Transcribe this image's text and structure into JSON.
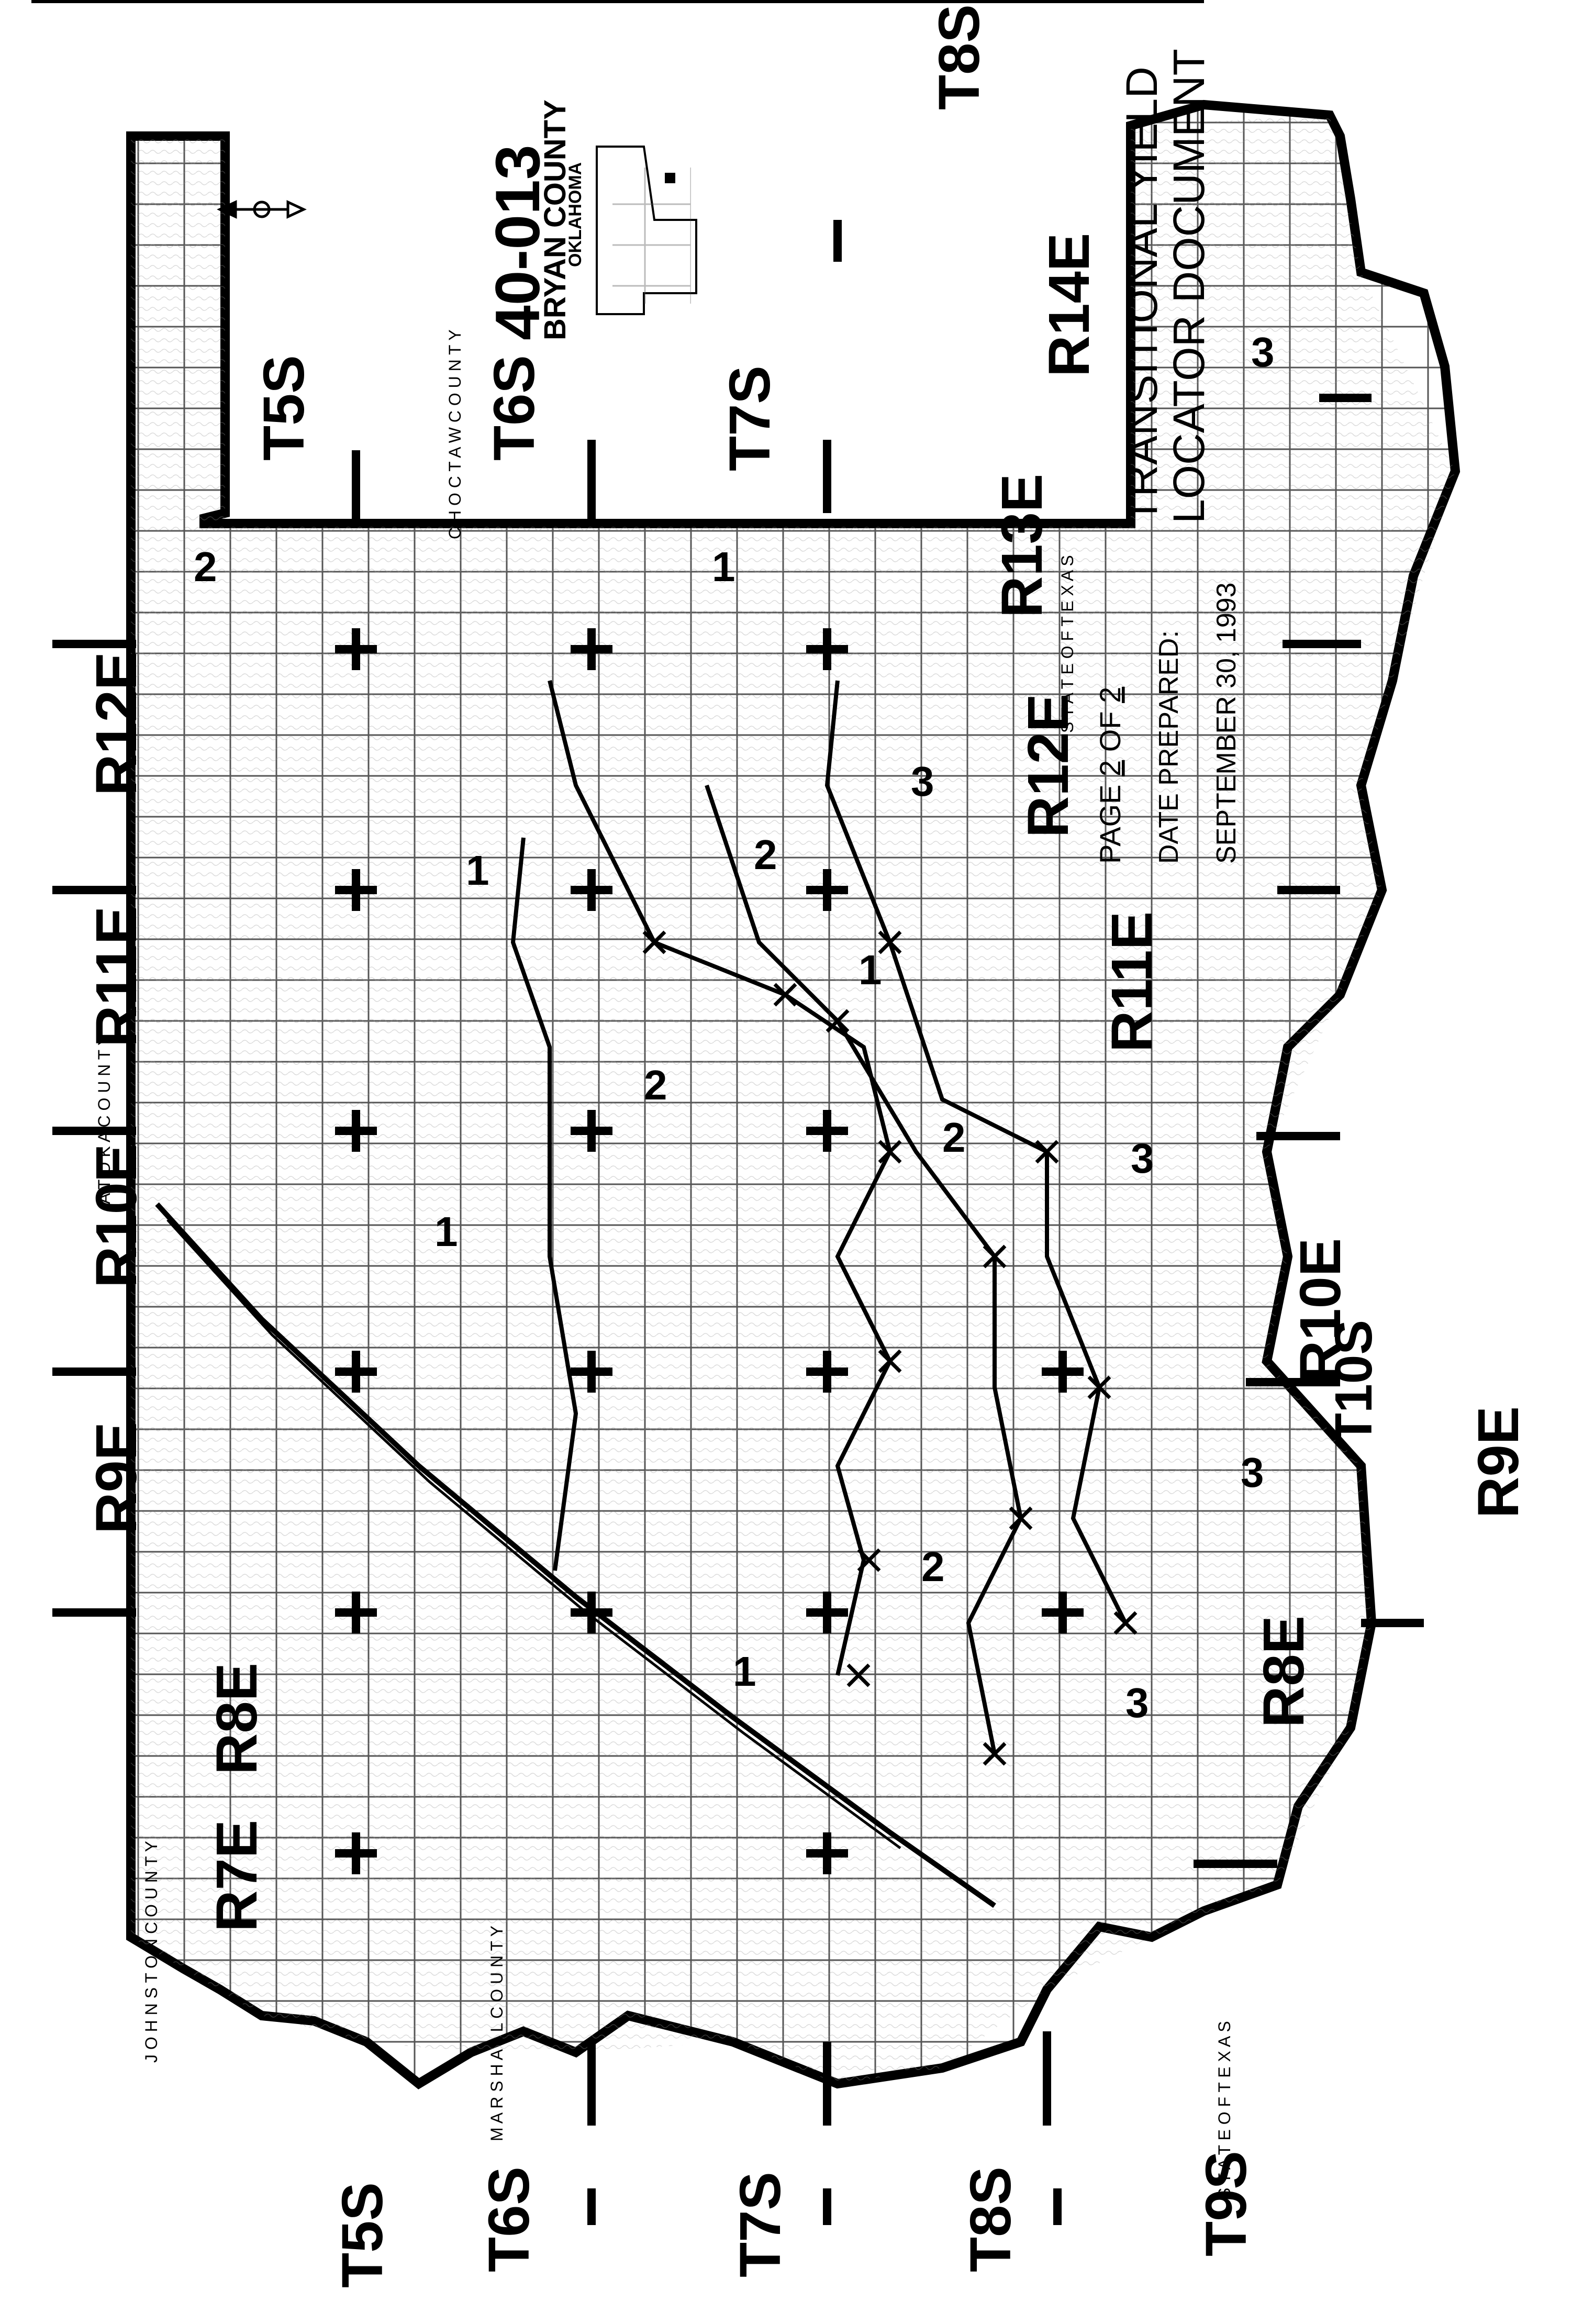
{
  "document": {
    "county_code": "40-013",
    "county_name": "BRYAN COUNTY",
    "state_name": "OKLAHOMA",
    "title_line1": "TRANSITIONAL YIELD",
    "title_line2": "LOCATOR DOCUMENT",
    "page_label": "PAGE",
    "page_number": "2",
    "page_of": "OF",
    "page_total": "2",
    "date_label": "DATE PREPARED:",
    "date_value": "SEPTEMBER 30, 1993"
  },
  "townships_top": [
    "T5S",
    "T6S",
    "T7S",
    "T8S"
  ],
  "townships_bottom": [
    "T5S",
    "T6S",
    "T7S",
    "T8S",
    "T9S"
  ],
  "township_south": "T10S",
  "ranges_left": [
    "R7E",
    "R8E",
    "R9E",
    "R10E",
    "R11E",
    "R12E"
  ],
  "ranges_right": [
    "R8E",
    "R9E",
    "R10E",
    "R11E",
    "R12E",
    "R13E",
    "R14E"
  ],
  "neighbors": {
    "atoka": "A T O K A   C O U N T Y",
    "choctaw": "C H O C T A W   C O U N T Y",
    "johnston": "J O H N S T O N   C O U N T Y",
    "marshall": "M A R S H A L L   C O U N T Y",
    "texas": "S T A T E   O F   T E X A S"
  },
  "zones": [
    "1",
    "2",
    "3"
  ],
  "colors": {
    "ink": "#000000",
    "paper": "#ffffff",
    "grid": "#555555"
  }
}
